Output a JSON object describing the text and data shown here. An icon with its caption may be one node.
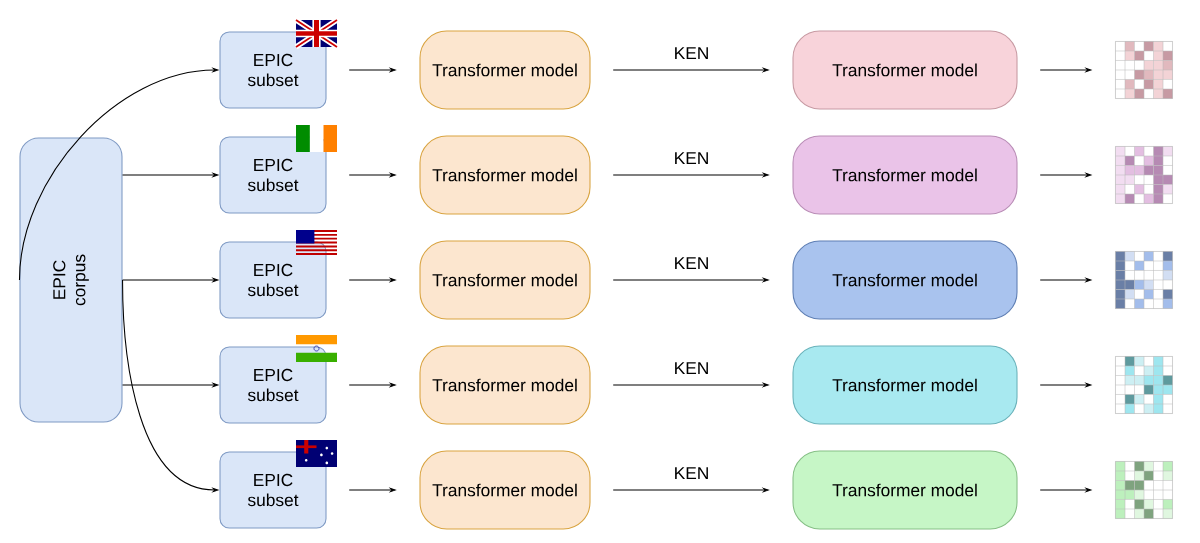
{
  "diagram": {
    "nodes": [
      {
        "text": [
          "EPIC corpus"
        ]
      },
      {
        "text": [
          "EPIC subset"
        ]
      },
      {
        "text": [
          "EPIC subset"
        ]
      },
      {
        "text": [
          "EPIC subset"
        ]
      },
      {
        "text": [
          "EPIC subset"
        ]
      },
      {
        "text": [
          "EPIC subset"
        ]
      },
      {
        "text": [
          "Transformer model"
        ]
      },
      {
        "text": [
          "Transformer model"
        ]
      },
      {
        "text": [
          "Transformer model"
        ]
      },
      {
        "text": [
          "Transformer model"
        ]
      },
      {
        "text": [
          "Transformer model"
        ]
      },
      {
        "text": [
          "Transformer model"
        ]
      },
      {
        "text": [
          "Transformer model"
        ]
      },
      {
        "text": [
          "Transformer model"
        ]
      },
      {
        "text": [
          "Transformer model"
        ]
      },
      {
        "text": [
          "Transformer model"
        ]
      },
      {
        "text": [],
        "shape": "grid"
      },
      {
        "text": [],
        "shape": "grid"
      },
      {
        "text": [],
        "shape": "grid"
      },
      {
        "text": [],
        "shape": "grid"
      },
      {
        "text": [],
        "shape": "grid"
      }
    ],
    "edges": [
      {
        "from": 0,
        "to": 1,
        "arrow": "to"
      },
      {
        "from": 0,
        "to": 2,
        "arrow": "to"
      },
      {
        "from": 0,
        "to": 3,
        "arrow": "to"
      },
      {
        "from": 0,
        "to": 4,
        "arrow": "to"
      },
      {
        "from": 0,
        "to": 5,
        "arrow": "to"
      },
      {
        "from": 1,
        "to": 6,
        "arrow": "to"
      },
      {
        "from": 2,
        "to": 7,
        "arrow": "to"
      },
      {
        "from": 3,
        "to": 8,
        "arrow": "to"
      },
      {
        "from": 4,
        "to": 9,
        "arrow": "to"
      },
      {
        "from": 5,
        "to": 10,
        "arrow": "to"
      },
      {
        "from": 6,
        "to": 11,
        "arrow": "to",
        "label": "KEN"
      },
      {
        "from": 7,
        "to": 12,
        "arrow": "to",
        "label": "KEN"
      },
      {
        "from": 8,
        "to": 13,
        "arrow": "to",
        "label": "KEN"
      },
      {
        "from": 9,
        "to": 14,
        "arrow": "to",
        "label": "KEN"
      },
      {
        "from": 10,
        "to": 15,
        "arrow": "to",
        "label": "KEN"
      },
      {
        "from": 11,
        "to": 16,
        "arrow": "to"
      },
      {
        "from": 12,
        "to": 17,
        "arrow": "to"
      },
      {
        "from": 13,
        "to": 18,
        "arrow": "to"
      },
      {
        "from": 14,
        "to": 19,
        "arrow": "to"
      },
      {
        "from": 15,
        "to": 20,
        "arrow": "to"
      }
    ]
  }
}
